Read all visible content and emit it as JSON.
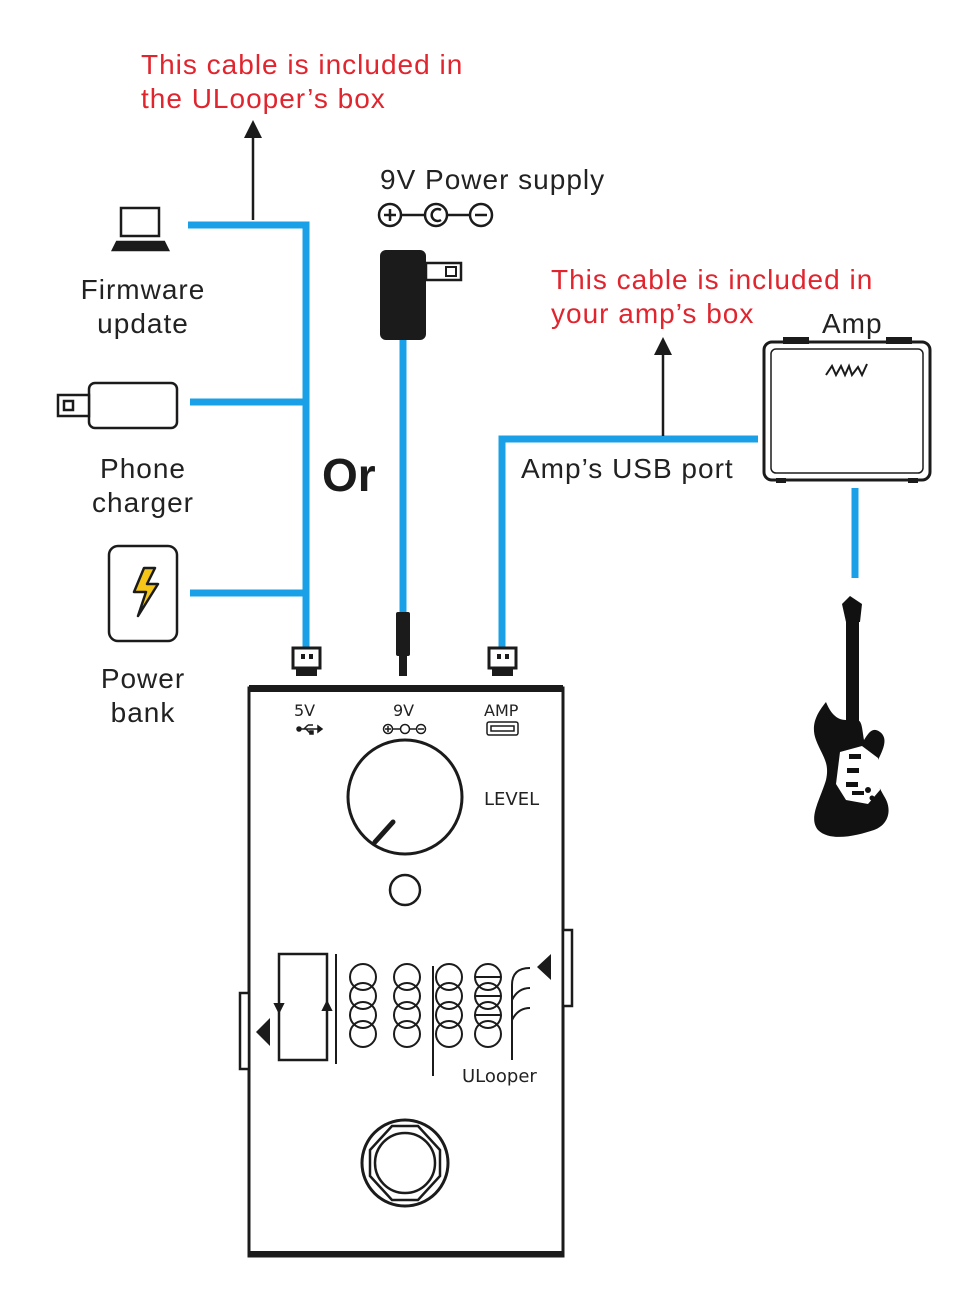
{
  "colors": {
    "cable": "#1aa0e6",
    "note": "#e0252e",
    "ink": "#1b1b1b"
  },
  "notes": {
    "ulooper_cable_line1": "This cable is included in",
    "ulooper_cable_line2": "the ULooper’s box",
    "amp_cable_line1": "This cable is included in",
    "amp_cable_line2": "your amp’s box"
  },
  "sources": {
    "firmware_line1": "Firmware",
    "firmware_line2": "update",
    "charger_line1": "Phone",
    "charger_line2": "charger",
    "powerbank_line1": "Power",
    "powerbank_line2": "bank"
  },
  "power_supply": {
    "label": "9V Power supply"
  },
  "or_label": "Or",
  "amp": {
    "label": "Amp",
    "usb_port_label": "Amp’s USB port",
    "logo_text": "MWM"
  },
  "pedal": {
    "port_5v": "5V",
    "port_9v": "9V",
    "port_amp": "AMP",
    "knob_label": "LEVEL",
    "brand": "ULooper"
  },
  "icons": [
    "laptop-icon",
    "phone-charger-icon",
    "power-bank-icon",
    "power-adapter-icon",
    "amp-icon",
    "guitar-icon",
    "usb-plug-icon",
    "dc-plug-icon",
    "polarity-icon",
    "usb-symbol-icon"
  ]
}
